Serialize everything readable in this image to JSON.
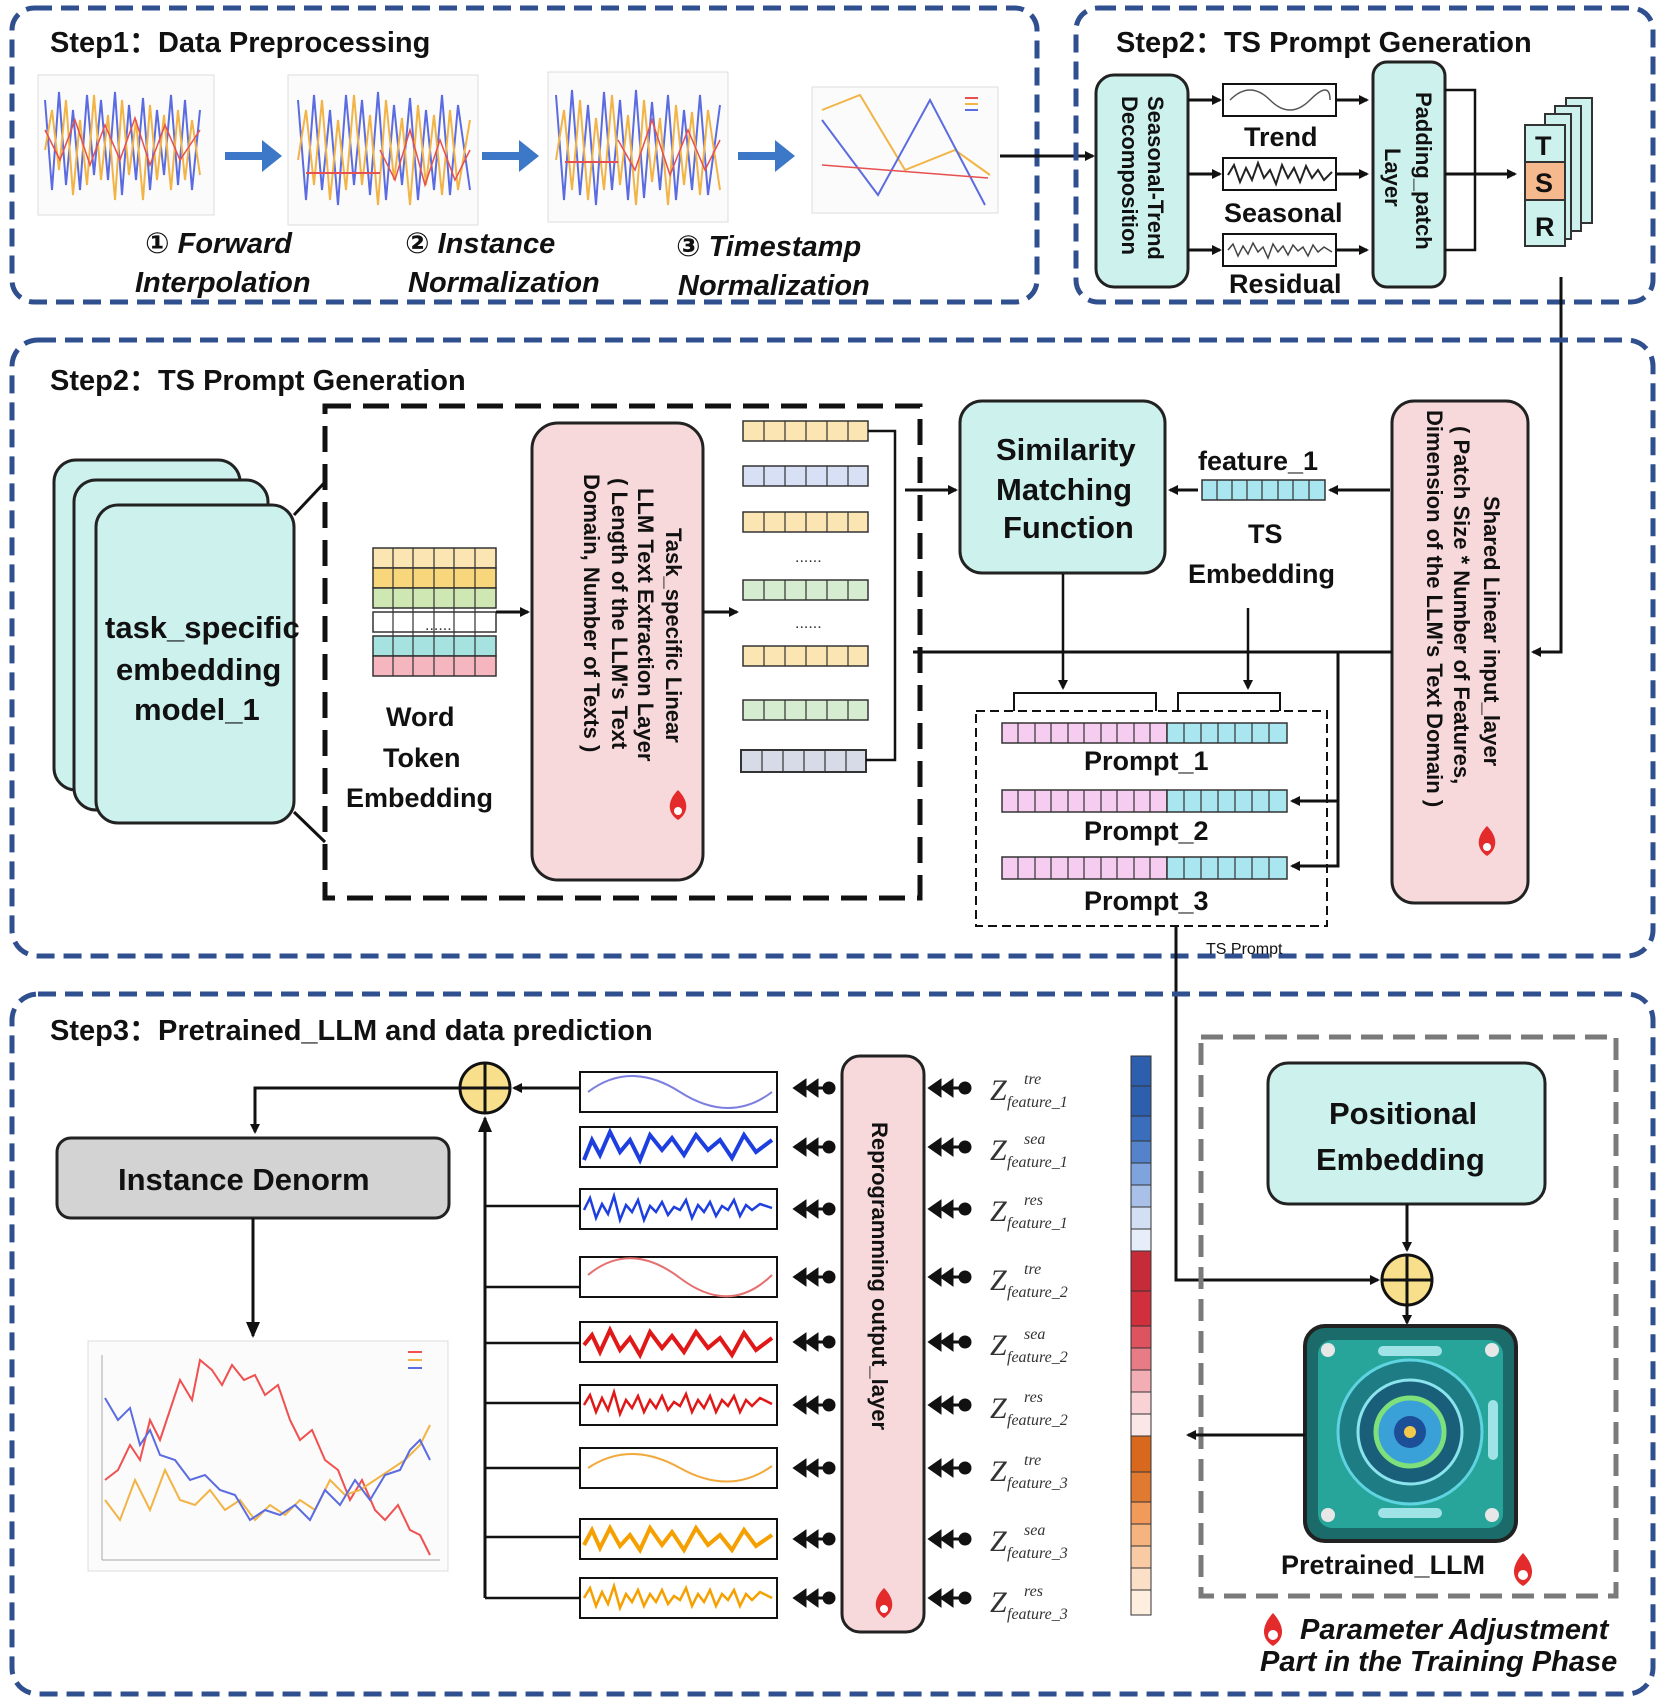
{
  "steps": {
    "step1_title": "Step1：Data Preprocessing",
    "step2_top_title": "Step2：TS Prompt Generation",
    "step2_mid_title": "Step2：TS Prompt Generation",
    "step3_title": "Step3：Pretrained_LLM and data prediction"
  },
  "preprocess": {
    "forward_line1": "① Forward",
    "forward_line2": "Interpolation",
    "instance_line1": "② Instance",
    "instance_line2": "Normalization",
    "timestamp_line1": "③ Timestamp",
    "timestamp_line2": "Normalization"
  },
  "decomp": {
    "block_line1": "Seasonal-Trend",
    "block_line2": "Decomposition",
    "trend": "Trend",
    "seasonal": "Seasonal",
    "residual": "Residual",
    "padding_line1": "Padding_patch",
    "padding_line2": "Layer",
    "tsr_t": "T",
    "tsr_s": "S",
    "tsr_r": "R"
  },
  "prompt_gen": {
    "embedding_model_line1": "task_specific",
    "embedding_model_line2": "embedding",
    "embedding_model_line3": "model_1",
    "word_line1": "Word",
    "word_line2": "Token",
    "word_line3": "Embedding",
    "task_linear_line1": "Task_specific Linear",
    "task_linear_line2": "LLM Text Extraction Layer",
    "task_linear_line3": "( Length of the LLM's Text",
    "task_linear_line4": "Domain,  Number of Texts )",
    "similarity_line1": "Similarity",
    "similarity_line2": "Matching",
    "similarity_line3": "Function",
    "feature_label": "feature_1",
    "ts_embed_line1": "TS",
    "ts_embed_line2": "Embedding",
    "shared_line1": "Shared Linear input_layer",
    "shared_line2": "( Patch Size * Number of Features,",
    "shared_line3": "Dimension of the LLM's Text Domain )",
    "prompt1": "Prompt_1",
    "prompt2": "Prompt_2",
    "prompt3": "Prompt_3",
    "ts_prompt": "TS Prompt",
    "ellipsis": "......"
  },
  "prediction": {
    "instance_denorm": "Instance Denorm",
    "reprogramming": "Reprogramming output_layer",
    "positional_line1": "Positional",
    "positional_line2": "Embedding",
    "pretrained": "Pretrained_LLM",
    "legend_line1": "Parameter Adjustment",
    "legend_line2": "Part in the Training Phase"
  },
  "z_labels": [
    {
      "base": "Z",
      "sup": "tre",
      "sub": "feature_1"
    },
    {
      "base": "Z",
      "sup": "sea",
      "sub": "feature_1"
    },
    {
      "base": "Z",
      "sup": "res",
      "sub": "feature_1"
    },
    {
      "base": "Z",
      "sup": "tre",
      "sub": "feature_2"
    },
    {
      "base": "Z",
      "sup": "sea",
      "sub": "feature_2"
    },
    {
      "base": "Z",
      "sup": "res",
      "sub": "feature_2"
    },
    {
      "base": "Z",
      "sup": "tre",
      "sub": "feature_3"
    },
    {
      "base": "Z",
      "sup": "sea",
      "sub": "feature_3"
    },
    {
      "base": "Z",
      "sup": "res",
      "sub": "feature_3"
    }
  ],
  "colors": {
    "dash_blue": "#2f4f8f",
    "teal": "#cdf2ee",
    "pink": "#f7d9dc",
    "arrow_blue": "#3d78c8",
    "feature1": "#2d5fae",
    "feature2": "#c62b38",
    "feature3": "#e8843b",
    "plus_fill": "#f8df8c"
  }
}
